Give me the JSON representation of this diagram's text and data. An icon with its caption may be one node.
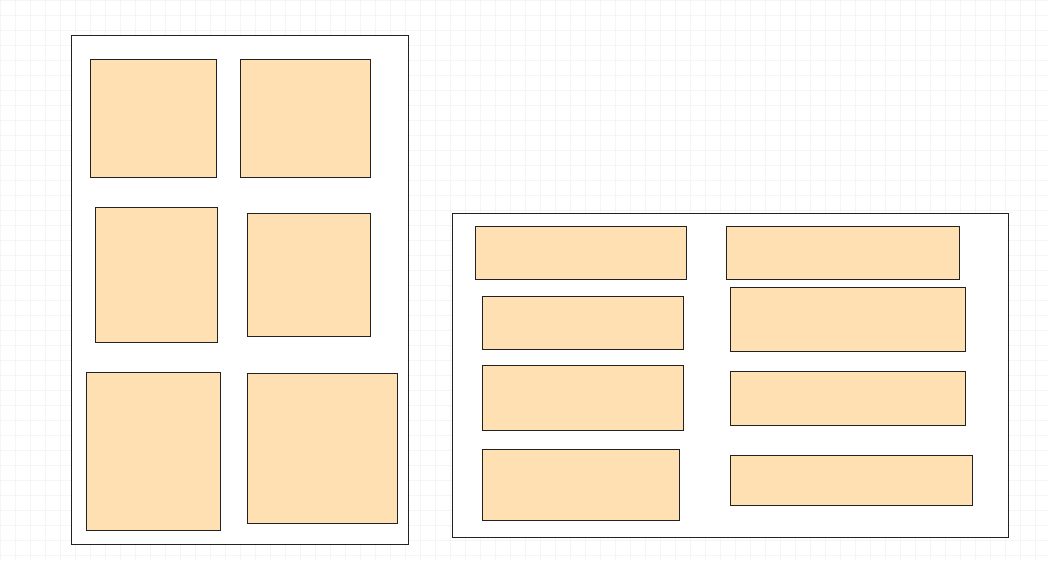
{
  "diagram": {
    "nodes": [
      {
        "text": [],
        "shape": "box"
      },
      {
        "text": [],
        "shape": "box",
        "in": 0
      },
      {
        "text": [],
        "shape": "box",
        "in": 0
      },
      {
        "text": [],
        "shape": "box",
        "in": 0
      },
      {
        "text": [],
        "shape": "box",
        "in": 0
      },
      {
        "text": [],
        "shape": "box",
        "in": 0
      },
      {
        "text": [],
        "shape": "box",
        "in": 0
      },
      {
        "text": [],
        "shape": "box"
      },
      {
        "text": [],
        "shape": "box",
        "in": 7
      },
      {
        "text": [],
        "shape": "box",
        "in": 7
      },
      {
        "text": [],
        "shape": "box",
        "in": 7
      },
      {
        "text": [],
        "shape": "box",
        "in": 7
      },
      {
        "text": [],
        "shape": "box",
        "in": 7
      },
      {
        "text": [],
        "shape": "box",
        "in": 7
      },
      {
        "text": [],
        "shape": "box",
        "in": 7
      },
      {
        "text": [],
        "shape": "box",
        "in": 7
      }
    ]
  }
}
